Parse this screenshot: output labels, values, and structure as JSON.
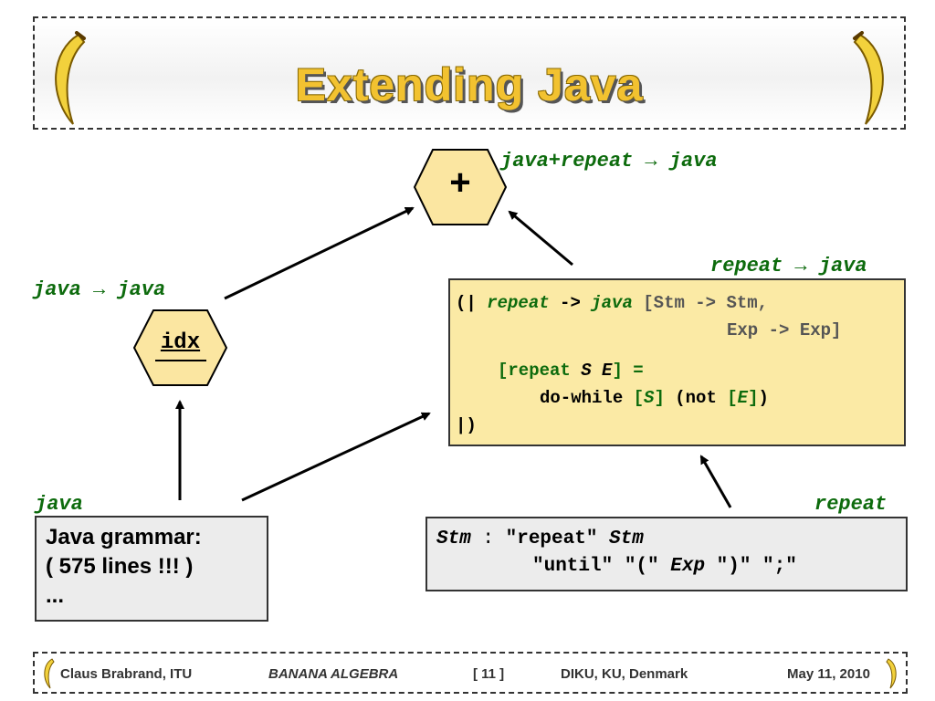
{
  "header": {
    "title": "Extending Java"
  },
  "diagram": {
    "plus_node": "+",
    "plus_label": "java+repeat → java",
    "idx_node": "idx",
    "idx_label": "java → java",
    "java_label": "java",
    "java_box": [
      "Java grammar:",
      "( 575 lines !!! )",
      "..."
    ],
    "repeat_label": "repeat",
    "repeat_grammar": {
      "line1_nonterm": "Stm",
      "line1_colon": " : ",
      "line1_kw": "\"repeat\" ",
      "line1_nonterm2": "Stm",
      "line2_a": "\"until\" \"(\" ",
      "line2_nonterm": "Exp",
      "line2_b": " \")\" \";\""
    },
    "transform_label": "repeat → java",
    "transform": {
      "open": "(| ",
      "src": "repeat",
      "arrow": " -> ",
      "dst": "java",
      "rule1": " [Stm -> Stm,",
      "rule2": "Exp -> Exp]",
      "eq_open": "[repeat ",
      "eq_s": "S",
      "eq_e": "E",
      "eq_close": "] =",
      "body_a": "do-while ",
      "body_s_open": "[",
      "body_s": "S",
      "body_s_close": "]",
      "body_mid": " (not ",
      "body_e_open": "[",
      "body_e": "E",
      "body_e_close": "]",
      "body_end": ")",
      "close": "|)"
    }
  },
  "footer": {
    "author": "Claus Brabrand, ITU",
    "talk": "BANANA ALGEBRA",
    "page": "[ 11 ]",
    "place": "DIKU, KU, Denmark",
    "date": "May 11, 2010"
  }
}
